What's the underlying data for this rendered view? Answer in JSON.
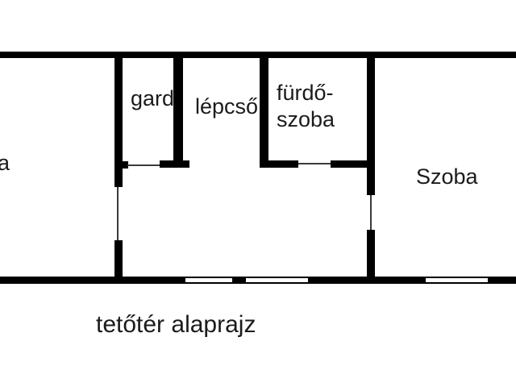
{
  "floorplan": {
    "caption": "tetőtér alaprajz",
    "labels": {
      "left_room_partial": "a",
      "wardrobe": "gard",
      "stairs": "lépcső",
      "bathroom_line1": "fürdő-",
      "bathroom_line2": "szoba",
      "right_room": "Szoba"
    },
    "colors": {
      "wall": "#000000",
      "text": "#1b1b1b",
      "background": "#ffffff"
    }
  }
}
